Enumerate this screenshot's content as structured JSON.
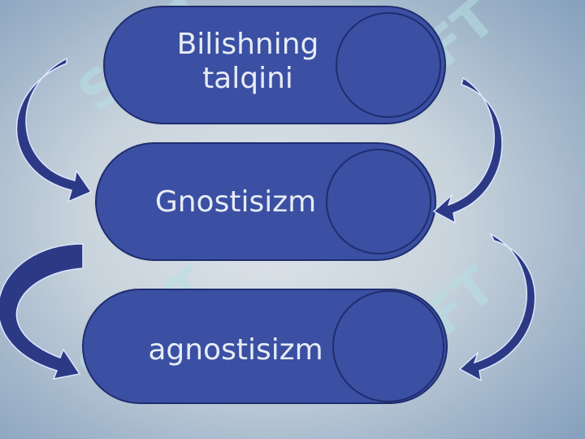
{
  "diagram": {
    "nodes": [
      {
        "id": "1",
        "label": "Bilishning\ntalqini"
      },
      {
        "id": "2",
        "label": "Gnostisizm"
      },
      {
        "id": "3",
        "label": "agnostisizm"
      }
    ],
    "edges": [
      {
        "from": "1",
        "to": "2"
      },
      {
        "from": "1",
        "to": "2"
      },
      {
        "from": "2",
        "to": "3"
      },
      {
        "from": "2",
        "to": "3"
      }
    ]
  },
  "watermark": {
    "text": "SOFT"
  },
  "colors": {
    "pill_fill": "#3b4fa3",
    "pill_stroke": "#1f2d6e",
    "text": "#e6ecf5",
    "arrow": "#2c3a86",
    "arrow_stroke": "#dfe6ff",
    "watermark": "#b6e0e4"
  }
}
